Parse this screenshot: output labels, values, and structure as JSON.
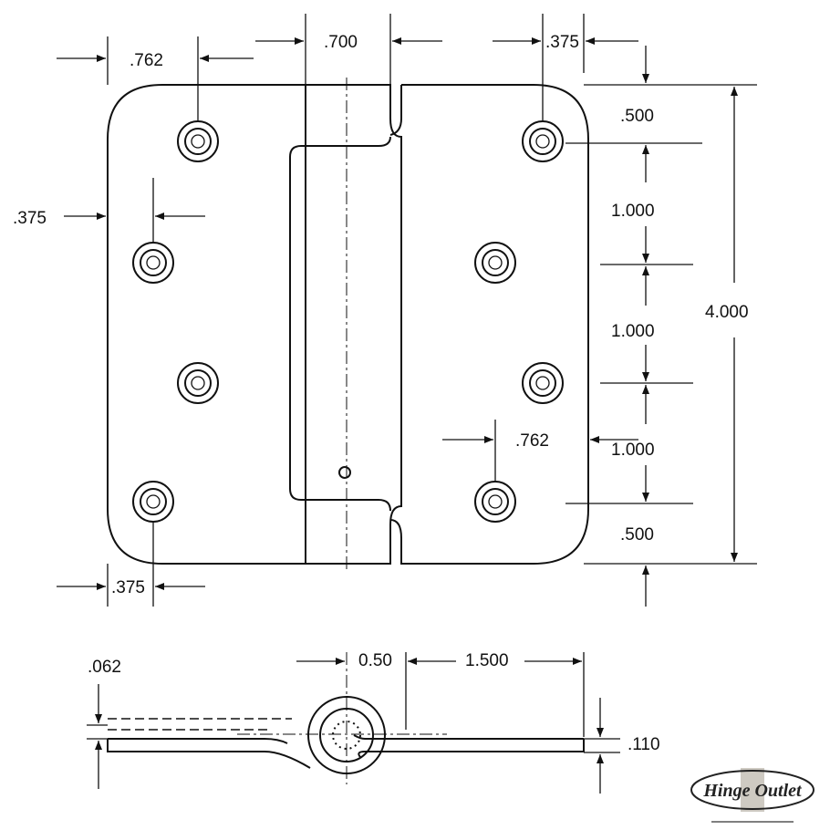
{
  "title": "Spring hinge dimension drawing",
  "top_view": {
    "dims": {
      "hole_inset_top_left": ".762",
      "knuckle_width": ".700",
      "hole_edge_top_right": ".375",
      "edge_to_hole_left": ".375",
      "top_margin": ".500",
      "spacing_1": "1.000",
      "spacing_2": "1.000",
      "spacing_3": "1.000",
      "bottom_margin": ".500",
      "overall_height": "4.000",
      "hole_inset_right": ".762",
      "hole_edge_bottom_left": ".375"
    }
  },
  "side_view": {
    "dims": {
      "thickness": ".062",
      "pin_offset": "0.50",
      "leaf_width": "1.500",
      "knuckle_height": ".110"
    }
  },
  "logo": {
    "name": "Hinge Outlet"
  }
}
